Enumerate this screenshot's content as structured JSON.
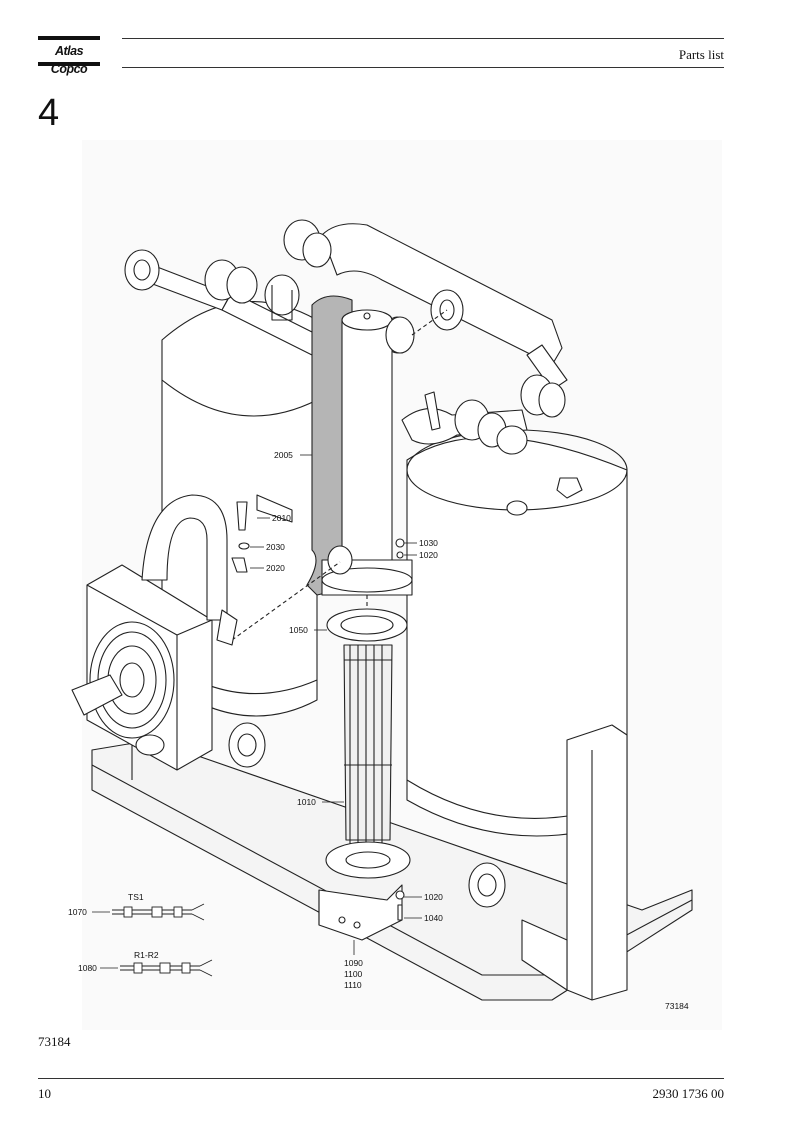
{
  "header": {
    "logo_text": "Atlas Copco",
    "title": "Parts list"
  },
  "section": {
    "number": "4"
  },
  "figure": {
    "callouts": {
      "c2005": "2005",
      "c2010": "2010",
      "c2030": "2030",
      "c2020": "2020",
      "c1030": "1030",
      "c1020a": "1020",
      "c1050": "1050",
      "c1010": "1010",
      "c1020b": "1020",
      "c1040": "1040",
      "c1090": "1090",
      "c1100": "1100",
      "c1110": "1110",
      "c1070": "1070",
      "c1080": "1080"
    },
    "cable_labels": {
      "ts1": "TS1",
      "r1r2": "R1-R2"
    },
    "drawing_ref": "73184"
  },
  "figure_ref": "73184",
  "footer": {
    "page_number": "10",
    "doc_number": "2930 1736 00"
  }
}
